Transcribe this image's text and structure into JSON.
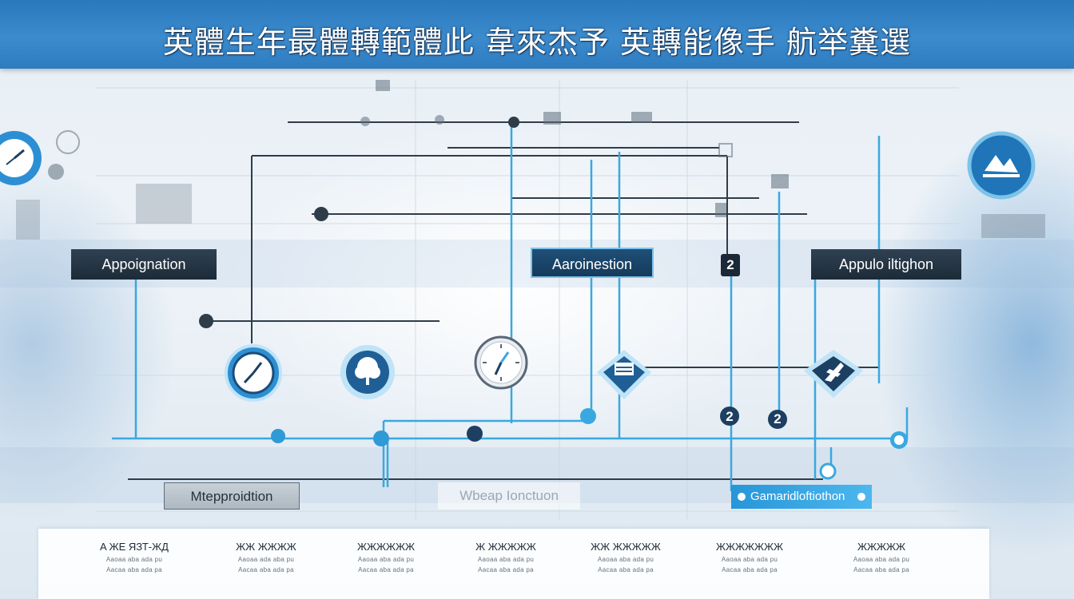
{
  "title": "英體生年最體轉範體此 韋來杰予 英轉能像手 航举糞選",
  "labels": {
    "top_left": "Appoignation",
    "top_center": "Aaroinestion",
    "top_badge": "2",
    "top_right": "Appulo iltighon",
    "bottom_left": "Mtepproidtion",
    "bottom_center": "Wbeap Ionctuon",
    "bottom_right": "Gamaridloftiothon"
  },
  "badges": [
    "2",
    "2"
  ],
  "columns": [
    {
      "title": "A ЖЕ ЯЗТ-ЖД",
      "lines": [
        "Aaoaa aba ada pu",
        "Aacaa aba ada pa"
      ]
    },
    {
      "title": "ЖЖ ЖЖЖЖ",
      "lines": [
        "Aaoaa ada aba pu",
        "Aacaa aba ada pa"
      ]
    },
    {
      "title": "ЖЖЖЖЖЖ",
      "lines": [
        "Aaoaa aba ada pu",
        "Aacaa aba ada pa"
      ]
    },
    {
      "title": "Ж ЖЖЖЖЖ",
      "lines": [
        "Aaoaa aba ada pu",
        "Aacaa aba ada pa"
      ]
    },
    {
      "title": "ЖЖ ЖЖЖЖЖ",
      "lines": [
        "Aaoaa aba ada pu",
        "Aacaa aba ada pa"
      ]
    },
    {
      "title": "ЖЖЖЖЖЖЖ",
      "lines": [
        "Aaoaa aba ada pu",
        "Aacaa aba ada pa"
      ]
    },
    {
      "title": "ЖЖЖЖЖ",
      "lines": [
        "Aaoaa aba ada pu",
        "Aacaa aba ada pa"
      ]
    }
  ],
  "icons": {
    "clock-1": "clock-icon",
    "tree": "tree-icon",
    "clock-2": "analog-clock-icon",
    "chart-diamond": "chart-icon",
    "plane-diamond": "airplane-icon",
    "top-left-gauge": "gauge-icon",
    "top-right-globe": "globe-icon"
  },
  "colors": {
    "title_bar": "#2d7cc0",
    "wire_cyan": "#3aa8e0",
    "wire_dark": "#33424f",
    "node_dark": "#1f2d3a",
    "accent": "#4db7ee"
  }
}
